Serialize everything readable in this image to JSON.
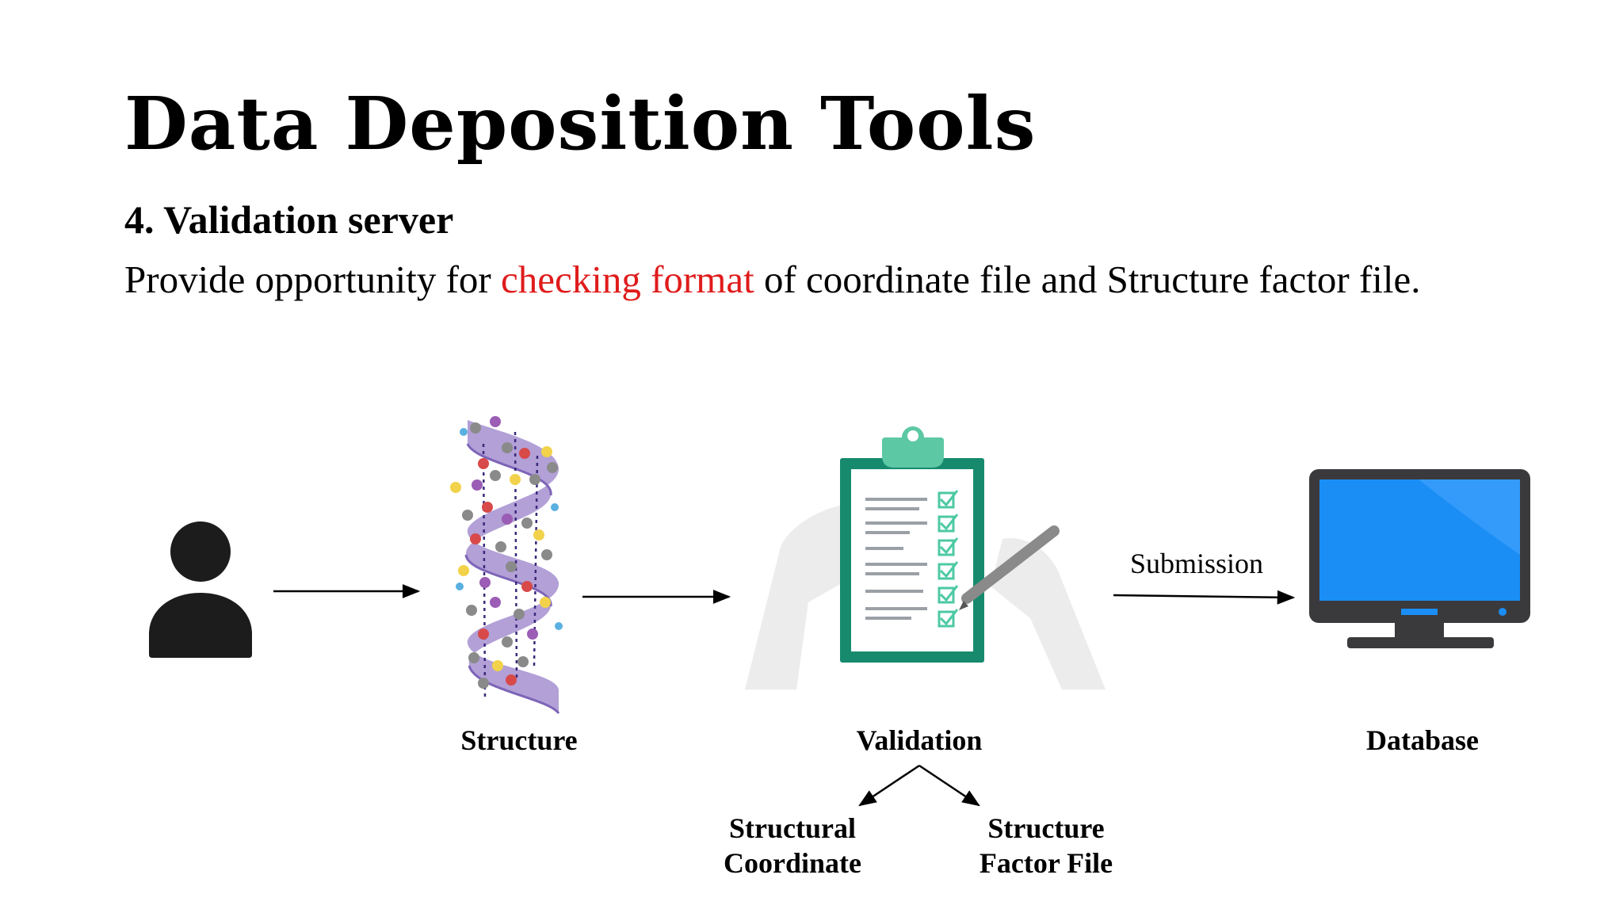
{
  "slide": {
    "title": "Data Deposition Tools",
    "subtitle": "4. Validation server",
    "description": {
      "before": "Provide opportunity for ",
      "highlight": "checking format",
      "after": " of coordinate file and Structure factor file."
    }
  },
  "diagram": {
    "labels": {
      "structure": "Structure",
      "validation": "Validation",
      "database": "Database",
      "submission": "Submission",
      "structural_coordinate_line1": "Structural",
      "structural_coordinate_line2": "Coordinate",
      "structure_factor_line1": "Structure",
      "structure_factor_line2": "Factor File"
    },
    "icons": [
      "user-icon",
      "dna-helix-icon",
      "clipboard-checklist-icon",
      "monitor-icon"
    ]
  },
  "colors": {
    "highlight": "#e01b1b",
    "clipboard_frame": "#178a6e",
    "clipboard_clip": "#5cc8a4",
    "check": "#4cc9a3",
    "monitor_screen": "#1a8ef5",
    "monitor_body": "#3a3a3d",
    "helix_ribbon": "#a48fd0"
  }
}
